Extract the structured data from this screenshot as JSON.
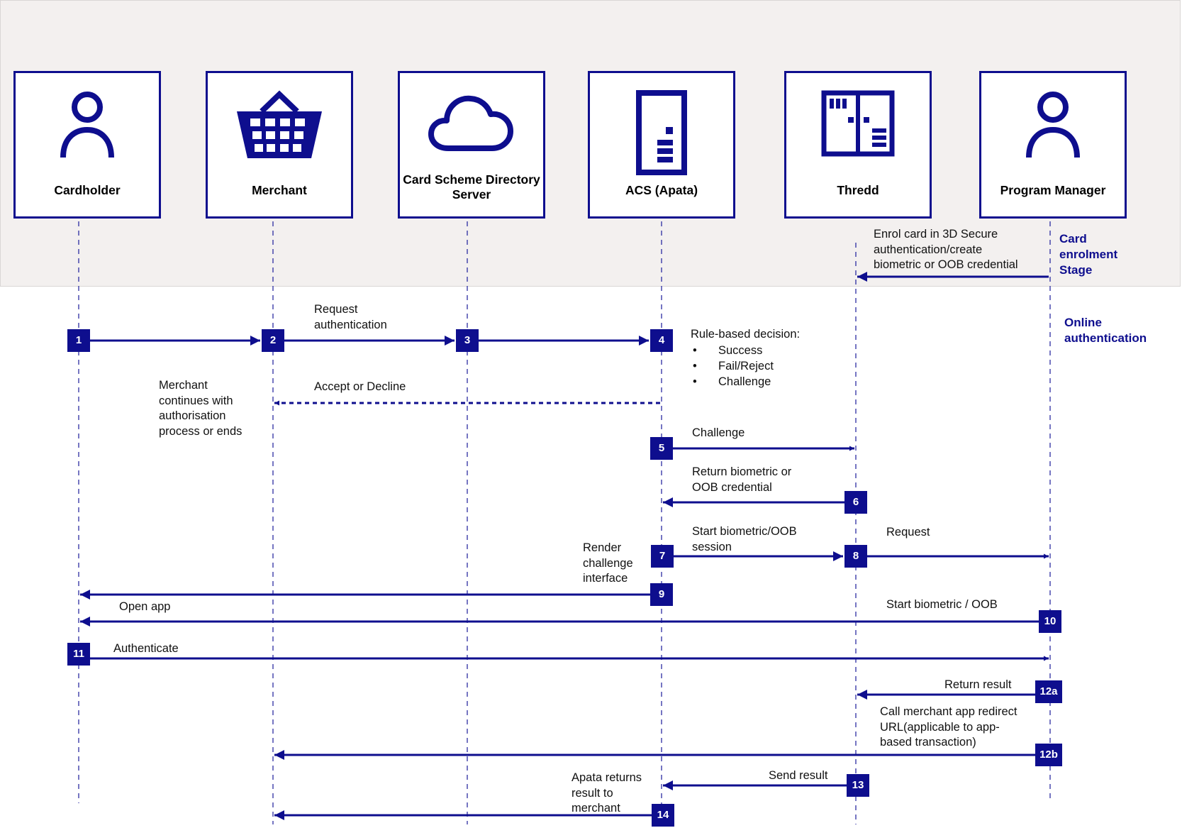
{
  "actors": [
    {
      "name": "Cardholder",
      "icon": "person-icon"
    },
    {
      "name": "Merchant",
      "icon": "basket-icon"
    },
    {
      "name": "Card Scheme\nDirectory Server",
      "icon": "cloud-icon"
    },
    {
      "name": "ACS (Apata)",
      "icon": "server-icon"
    },
    {
      "name": "Thredd",
      "icon": "server-rack-icon"
    },
    {
      "name": "Program Manager",
      "icon": "person-icon"
    }
  ],
  "phases": {
    "enrolment": "Card\nenrolment\nStage",
    "online": "Online\nauthentication"
  },
  "messages": {
    "enrol": "Enrol card in 3D Secure\nauthentication/create\nbiometric or OOB credential",
    "request_auth": "Request\nauthentication",
    "accept_decline": "Accept or Decline",
    "merchant_continues": "Merchant\ncontinues with\nauthorisation\nprocess or ends",
    "rule_decision": "Rule-based decision:",
    "challenge": "Challenge",
    "return_credential": "Return biometric or\nOOB credential",
    "start_session": "Start biometric/OOB\nsession",
    "request": "Request",
    "render_challenge": "Render\nchallenge\ninterface",
    "open_app": "Open app",
    "start_biometric": "Start biometric / OOB",
    "authenticate": "Authenticate",
    "return_result": "Return result",
    "call_redirect": "Call merchant app redirect\nURL(applicable to app-\nbased transaction)",
    "send_result": "Send result",
    "apata_returns": "Apata returns\nresult to\n merchant"
  },
  "decision_options": [
    "Success",
    "Fail/Reject",
    "Challenge"
  ],
  "steps": [
    "1",
    "2",
    "3",
    "4",
    "5",
    "6",
    "7",
    "8",
    "9",
    "10",
    "11",
    "12a",
    "12b",
    "13",
    "14"
  ],
  "colors": {
    "accent": "#0e0e8e",
    "enrol_band": "#f3f0ef",
    "text": "#111111"
  }
}
